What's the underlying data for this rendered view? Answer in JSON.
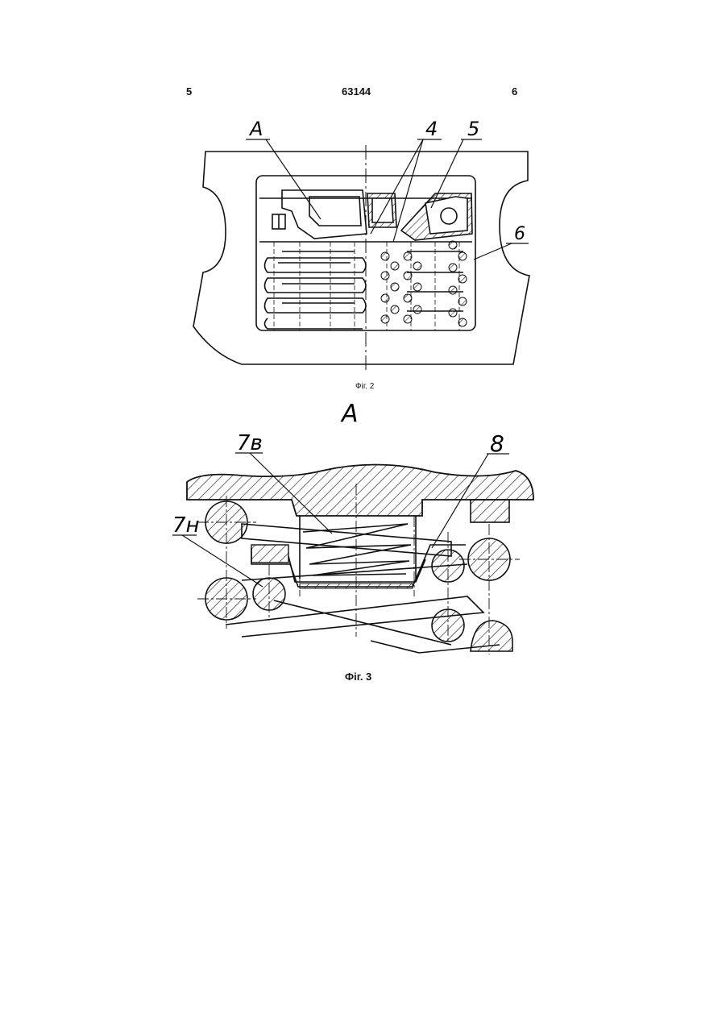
{
  "header": {
    "page_left": "5",
    "patent_number": "63144",
    "page_right": "6"
  },
  "figure2": {
    "caption": "Фіг. 2",
    "labels": {
      "detail": "A",
      "part4": "4",
      "part5": "5",
      "part6": "6"
    }
  },
  "figure3": {
    "caption": "Фіг. 3",
    "view_label": "A",
    "labels": {
      "upper_spring": "7в",
      "lower_spring": "7н",
      "part8": "8"
    }
  }
}
